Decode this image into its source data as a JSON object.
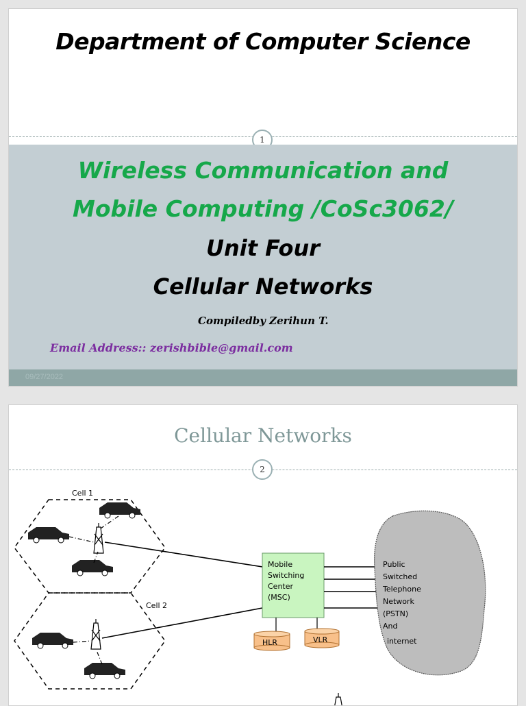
{
  "slide1": {
    "department": "Department of Computer Science",
    "page_number": "1",
    "course_line1": "Wireless Communication and",
    "course_line2": "Mobile Computing /CoSc3062/",
    "unit": "Unit Four",
    "topic": "Cellular Networks",
    "compiled_by": "Compiledby Zerihun T.",
    "email": "Email Address:: zerishbible@gmail.com",
    "date": "09/27/2022"
  },
  "slide2": {
    "title": "Cellular Networks",
    "page_number": "2",
    "diagram": {
      "cell1": "Cell 1",
      "cell2": "Cell 2",
      "msc_line1": "Mobile",
      "msc_line2": "Switching",
      "msc_line3": "Center",
      "msc_line4": "(MSC)",
      "hlr": "HLR",
      "vlr": "VLR",
      "pstn_line1": "Public",
      "pstn_line2": "Switched",
      "pstn_line3": "Telephone",
      "pstn_line4": "Network",
      "pstn_line5": "(PSTN)",
      "pstn_line6": "And",
      "pstn_line7": "internet"
    }
  },
  "colors": {
    "green_title": "#16a84a",
    "band": "#c3ced3",
    "footer": "#8fa7a6",
    "email_purple": "#7c2ea0",
    "msc_box": "#c9f5c0",
    "db_orange": "#f8c08a",
    "cloud_gray": "#bdbdbd"
  }
}
